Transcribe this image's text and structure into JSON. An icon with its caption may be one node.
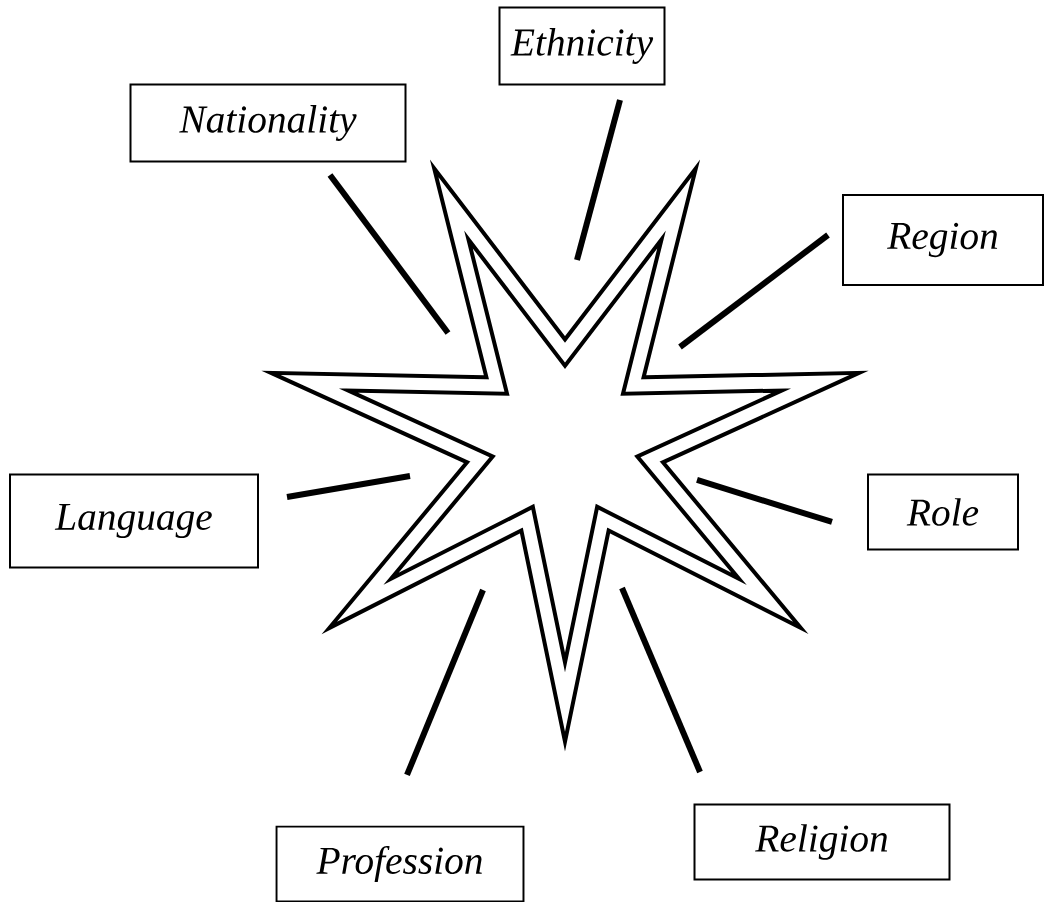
{
  "diagram": {
    "nodes": [
      {
        "text": [
          "Ethnicity"
        ]
      },
      {
        "text": [
          "Nationality"
        ]
      },
      {
        "text": [
          "Region"
        ]
      },
      {
        "text": [
          "Language"
        ]
      },
      {
        "text": [
          "Role"
        ]
      },
      {
        "text": [
          "Profession"
        ]
      },
      {
        "text": [
          "Religion"
        ]
      },
      {
        "text": [],
        "shape": "star"
      }
    ],
    "edges": [
      {
        "from": 0,
        "to": 7,
        "arrow": "none"
      },
      {
        "from": 1,
        "to": 7,
        "arrow": "none"
      },
      {
        "from": 2,
        "to": 7,
        "arrow": "none"
      },
      {
        "from": 3,
        "to": 7,
        "arrow": "none"
      },
      {
        "from": 4,
        "to": 7,
        "arrow": "none"
      },
      {
        "from": 5,
        "to": 7,
        "arrow": "none"
      },
      {
        "from": 6,
        "to": 7,
        "arrow": "none"
      }
    ]
  }
}
